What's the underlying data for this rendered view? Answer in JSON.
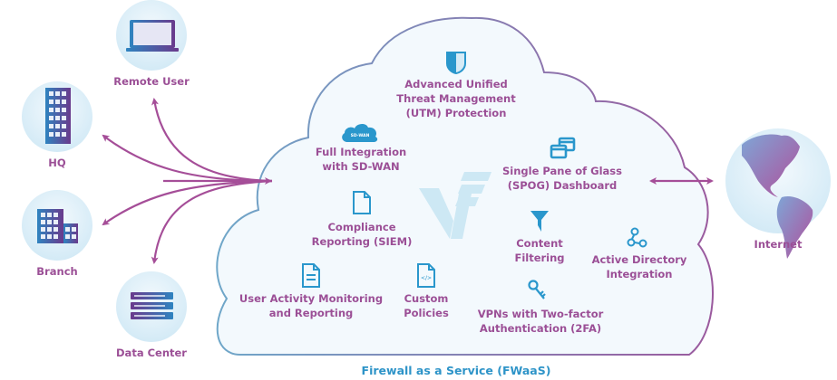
{
  "diagram": {
    "title": "Firewall as a Service (FWaaS)",
    "colors": {
      "label": "#9b4f96",
      "caption": "#2e94c8",
      "icon": "#2a97cc",
      "arrow": "#a54e98",
      "cloud_stroke_left": "#6fa7c9",
      "cloud_stroke_right": "#9b5a9e",
      "cloud_fill": "#f3f9fd",
      "watermark": "#cde8f4"
    },
    "endpoints": [
      {
        "id": "remote-user",
        "label": "Remote User",
        "icon": "laptop-icon"
      },
      {
        "id": "hq",
        "label": "HQ",
        "icon": "office-building-icon"
      },
      {
        "id": "branch",
        "label": "Branch",
        "icon": "branch-building-icon"
      },
      {
        "id": "data-center",
        "label": "Data Center",
        "icon": "server-rack-icon"
      },
      {
        "id": "internet",
        "label": "Internet",
        "icon": "globe-americas-icon"
      }
    ],
    "features": [
      {
        "id": "utm",
        "lines": [
          "Advanced Unified",
          "Threat Management",
          "(UTM) Protection"
        ],
        "icon": "shield-icon"
      },
      {
        "id": "sdwan",
        "lines": [
          "Full Integration",
          "with SD-WAN"
        ],
        "icon": "sd-wan-cloud-icon",
        "icon_text": "SD-WAN"
      },
      {
        "id": "spog",
        "lines": [
          "Single Pane of Glass",
          "(SPOG) Dashboard"
        ],
        "icon": "windows-icon"
      },
      {
        "id": "siem",
        "lines": [
          "Compliance",
          "Reporting (SIEM)"
        ],
        "icon": "document-icon"
      },
      {
        "id": "filtering",
        "lines": [
          "Content",
          "Filtering"
        ],
        "icon": "funnel-icon"
      },
      {
        "id": "ad",
        "lines": [
          "Active Directory",
          "Integration"
        ],
        "icon": "nodes-icon"
      },
      {
        "id": "uam",
        "lines": [
          "User Activity Monitoring",
          "and Reporting"
        ],
        "icon": "report-document-icon"
      },
      {
        "id": "policies",
        "lines": [
          "Custom",
          "Policies"
        ],
        "icon": "code-document-icon",
        "icon_text": "</>"
      },
      {
        "id": "vpn",
        "lines": [
          "VPNs with Two-factor",
          "Authentication (2FA)"
        ],
        "icon": "key-icon"
      }
    ]
  }
}
